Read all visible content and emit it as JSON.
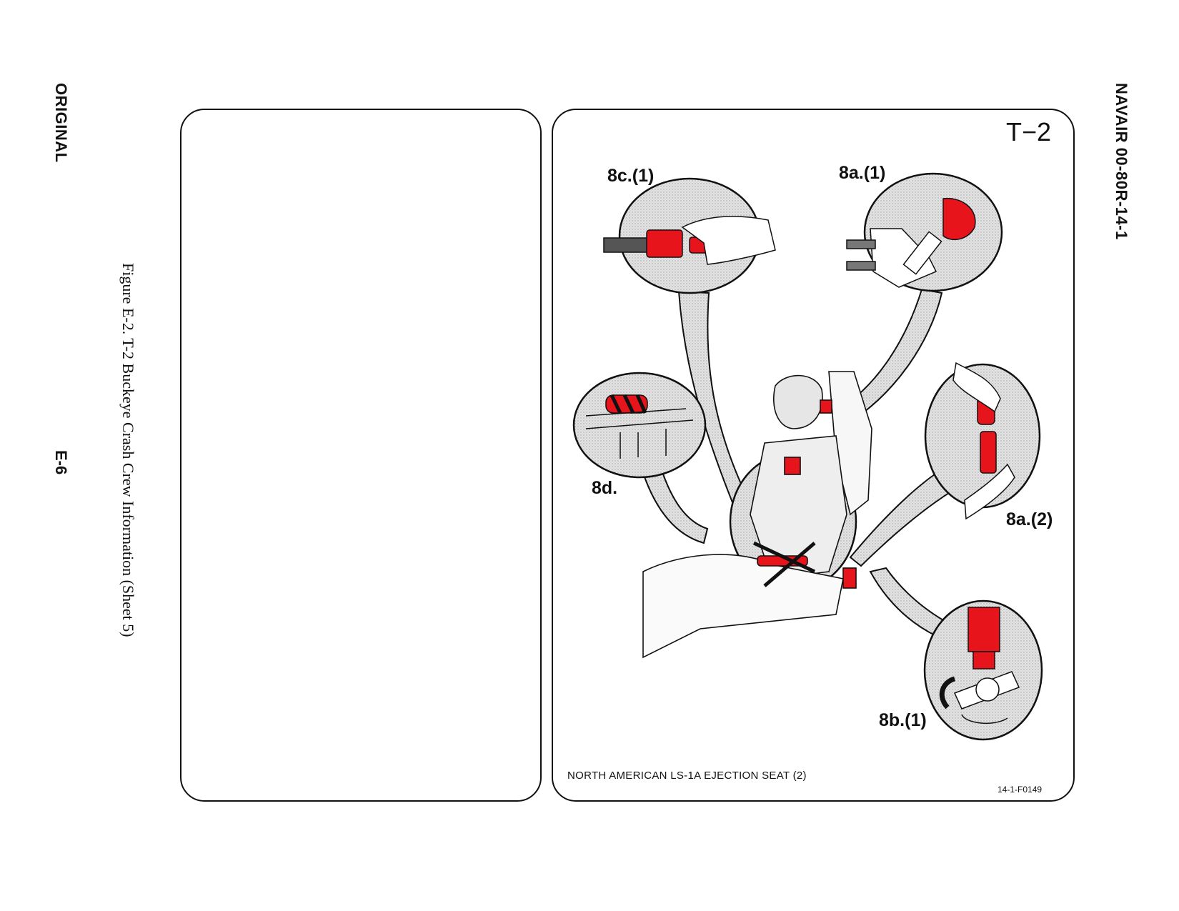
{
  "header": {
    "left_marginal": "ORIGINAL",
    "right_marginal": "NAVAIR 00-80R-14-1",
    "page_number": "E-6"
  },
  "caption": "Figure E-2.  T-2 Buckeye Crash Crew Information (Sheet 5)",
  "figure": {
    "aircraft": "T−2",
    "seat_title": "NORTH AMERICAN LS-1A EJECTION SEAT (2)",
    "figure_code": "14-1-F0149",
    "callouts": {
      "c8c1": "8c.(1)",
      "c8a1": "8a.(1)",
      "c8d": "8d.",
      "c8a2": "8a.(2)",
      "c8b1": "8b.(1)"
    }
  },
  "colors": {
    "highlight": "#e8141c",
    "shading": "#d9d9d9",
    "ink": "#111111"
  }
}
